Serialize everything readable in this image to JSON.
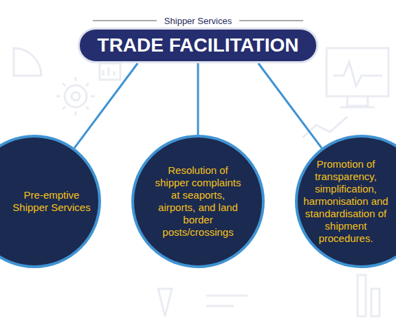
{
  "diagram": {
    "title": "Shipper Services",
    "nodes": [
      {
        "text": [
          "TRADE FACILITATION"
        ]
      },
      {
        "text": [
          "Pre-emptive Shipper Services"
        ]
      },
      {
        "text": [
          "Resolution of shipper complaints at seaports, airports, and land border posts/crossings"
        ]
      },
      {
        "text": [
          "Promotion of transparency, simplification, harmonisation and standardisation of shipment procedures."
        ]
      }
    ],
    "edges": [
      {
        "from": 0,
        "to": 1,
        "arrow": "none"
      },
      {
        "from": 0,
        "to": 2,
        "arrow": "none"
      },
      {
        "from": 0,
        "to": 3,
        "arrow": "none"
      }
    ]
  }
}
